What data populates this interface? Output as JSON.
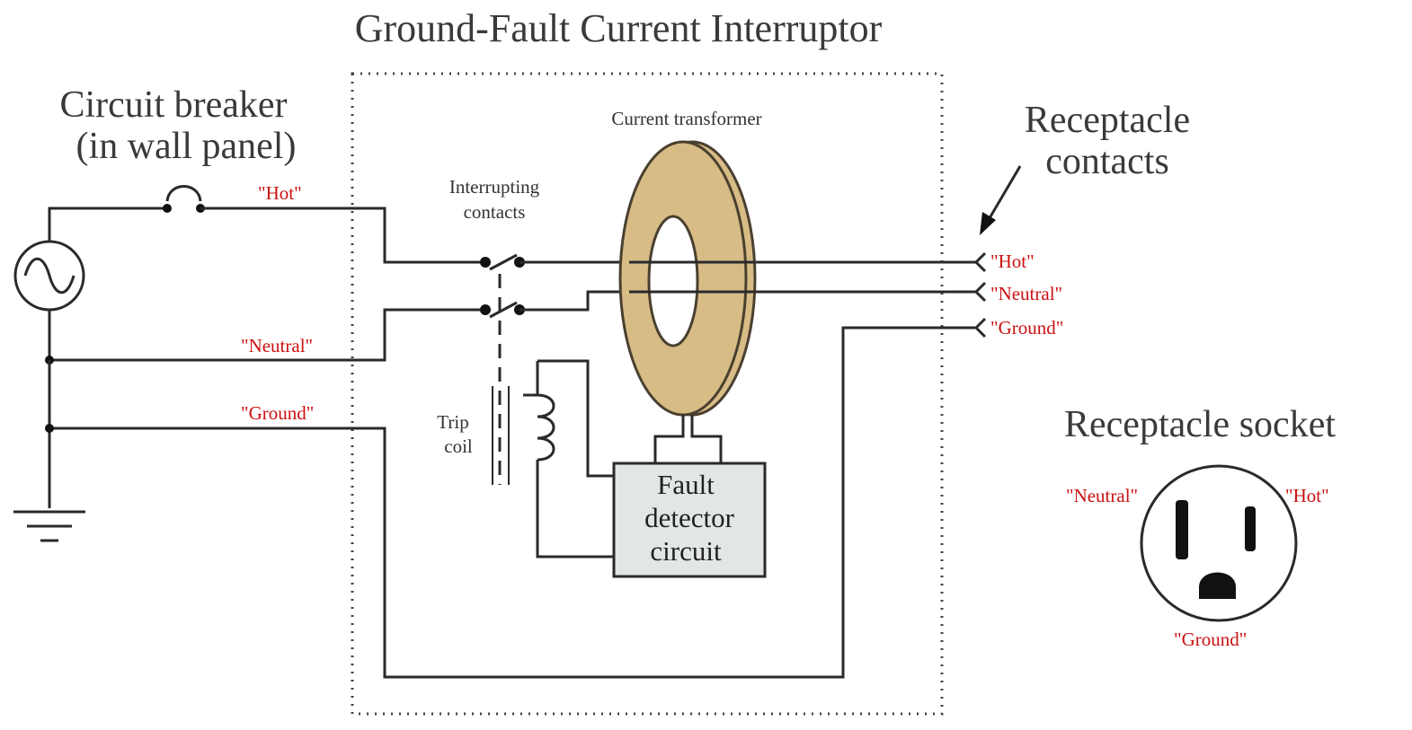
{
  "title": "Ground-Fault Current Interruptor",
  "circuit_breaker": {
    "line1": "Circuit breaker",
    "line2": "(in wall panel)"
  },
  "receptacle_contacts": {
    "line1": "Receptacle",
    "line2": "contacts"
  },
  "receptacle_socket": "Receptacle socket",
  "current_transformer": "Current transformer",
  "interrupting_contacts": {
    "line1": "Interrupting",
    "line2": "contacts"
  },
  "trip_coil": {
    "line1": "Trip",
    "line2": "coil"
  },
  "fault_detector": {
    "line1": "Fault",
    "line2": "detector",
    "line3": "circuit"
  },
  "wire_labels": {
    "left_hot": "\"Hot\"",
    "left_neutral": "\"Neutral\"",
    "left_ground": "\"Ground\"",
    "right_hot": "\"Hot\"",
    "right_neutral": "\"Neutral\"",
    "right_ground": "\"Ground\""
  },
  "socket_labels": {
    "neutral": "\"Neutral\"",
    "hot": "\"Hot\"",
    "ground": "\"Ground\""
  },
  "colors": {
    "toroid": "#d8bc86",
    "toroid_stroke": "#4a4030",
    "detector_box": "#e3e6e6",
    "label_red": "#cc1111"
  }
}
